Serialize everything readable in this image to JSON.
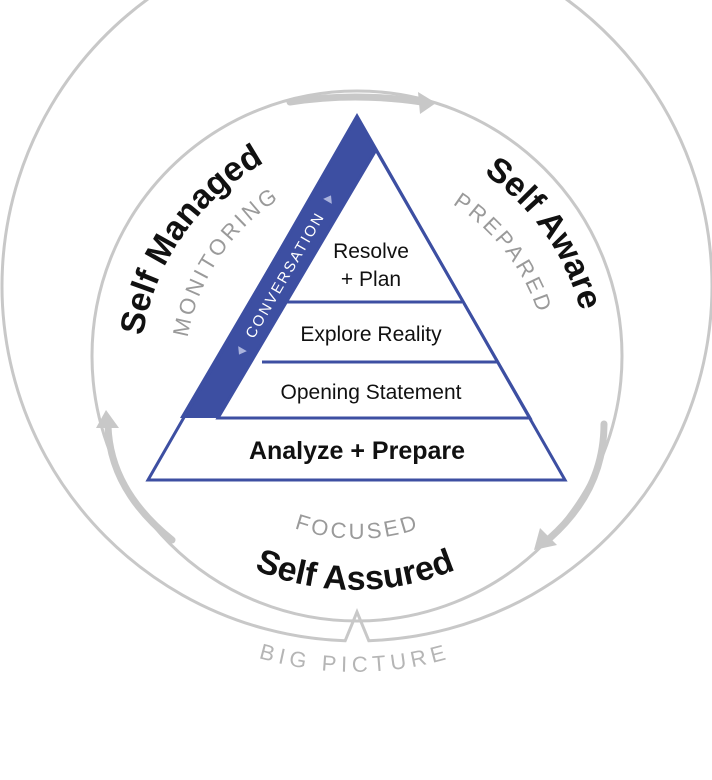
{
  "pyramid": {
    "conversation_label": "CONVERSATION",
    "tiers": [
      {
        "lines": [
          "Resolve",
          "+ Plan"
        ]
      },
      {
        "lines": [
          "Explore Reality"
        ]
      },
      {
        "lines": [
          "Opening Statement"
        ]
      }
    ],
    "base_label": "Analyze + Prepare"
  },
  "left": {
    "title": "Self Managed",
    "subtitle": "MONITORING"
  },
  "right": {
    "title": "Self Aware",
    "subtitle": "PREPARED"
  },
  "bottom": {
    "title": "Self Assured",
    "subtitle": "FOCUSED"
  },
  "outer_label": "BIG PICTURE",
  "colors": {
    "pyramid_blue": "#3d4fa2",
    "ring_gray": "#c8c8c8",
    "subtitle_gray": "#9a9a9a",
    "text_black": "#111111"
  }
}
